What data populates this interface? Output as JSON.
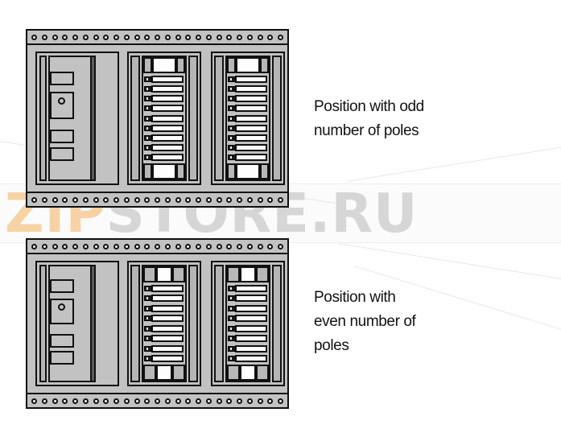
{
  "captions": {
    "odd": "Position with odd\nnumber of poles",
    "even": "Position with\neven number of\npoles"
  },
  "watermark": {
    "brand_prefix": "ZIP",
    "brand_suffix": "STORE.RU",
    "prefix_color": "#f6d2a4",
    "suffix_color": "#d6d6d6"
  },
  "colors": {
    "body_gray": "#c2c2c2",
    "outline": "#111111",
    "bar_white": "#fdfdfd",
    "rail_gray": "#b5b5b5",
    "dark_rail": "#5d5d5d"
  },
  "devices": [
    {
      "id": "device-odd",
      "label": "odd-pole-device",
      "top_holes": 25,
      "bottom_holes": 25,
      "modules": [
        {
          "id": "left-module",
          "type": "contactor-base",
          "notches": 5,
          "has_circle": true
        },
        {
          "id": "mid-module",
          "type": "pole-stack",
          "bars": 9,
          "terminals": 9
        },
        {
          "id": "right-module",
          "type": "pole-stack",
          "bars": 9,
          "terminals": 9
        }
      ]
    },
    {
      "id": "device-even",
      "label": "even-pole-device",
      "top_holes": 25,
      "bottom_holes": 25,
      "modules": [
        {
          "id": "left-module",
          "type": "contactor-base",
          "notches": 5,
          "has_circle": true
        },
        {
          "id": "mid-module",
          "type": "pole-stack",
          "bars": 8,
          "terminals": 8
        },
        {
          "id": "right-module",
          "type": "pole-stack",
          "bars": 8,
          "terminals": 8
        }
      ]
    }
  ]
}
